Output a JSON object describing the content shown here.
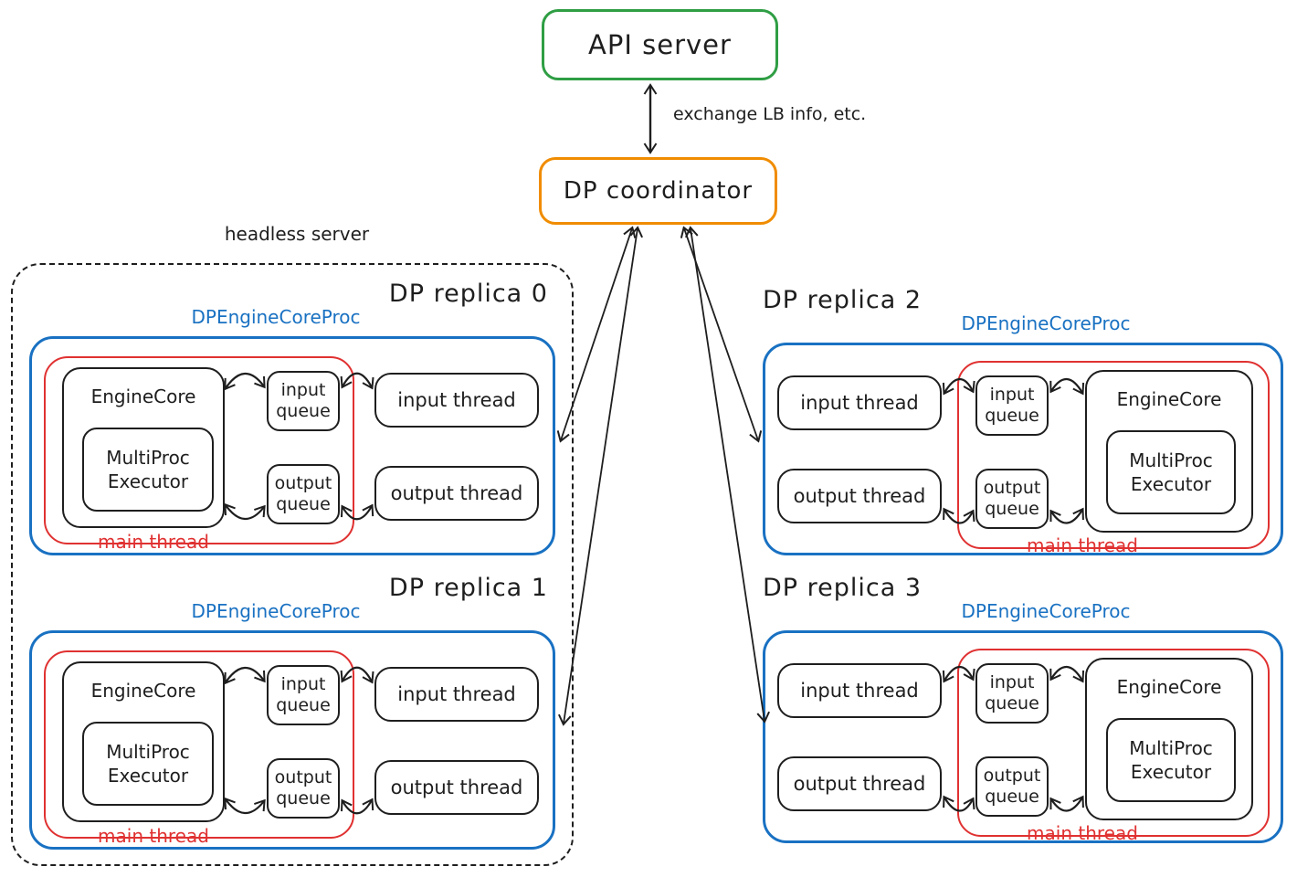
{
  "api_server": {
    "label": "API server",
    "border_color": "#2f9e44"
  },
  "dp_coordinator": {
    "label": "DP coordinator",
    "border_color": "#f08c00"
  },
  "link_label": "exchange LB info, etc.",
  "headless_server_label": "headless server",
  "shared": {
    "proc_label": "DPEngineCoreProc",
    "engine_core_label": "EngineCore",
    "multiproc_executor_label": "MultiProc Executor",
    "input_queue_label": "input queue",
    "output_queue_label": "output queue",
    "input_thread_label": "input thread",
    "output_thread_label": "output thread",
    "main_thread_label": "main thread"
  },
  "replicas": [
    {
      "title": "DP replica 0",
      "side": "left"
    },
    {
      "title": "DP replica 1",
      "side": "left"
    },
    {
      "title": "DP replica 2",
      "side": "right"
    },
    {
      "title": "DP replica 3",
      "side": "right"
    }
  ],
  "connections": [
    "API server <-> DP coordinator",
    "DP coordinator <-> DP replica 0",
    "DP coordinator <-> DP replica 1",
    "DP coordinator <-> DP replica 2",
    "DP coordinator <-> DP replica 3",
    "EngineCore <-> input queue <-> input thread",
    "EngineCore <-> output queue <-> output thread"
  ],
  "colors": {
    "green": "#2f9e44",
    "orange": "#f08c00",
    "blue": "#1971c2",
    "red": "#e03131",
    "ink": "#1e1e1e",
    "background": "#ffffff"
  }
}
